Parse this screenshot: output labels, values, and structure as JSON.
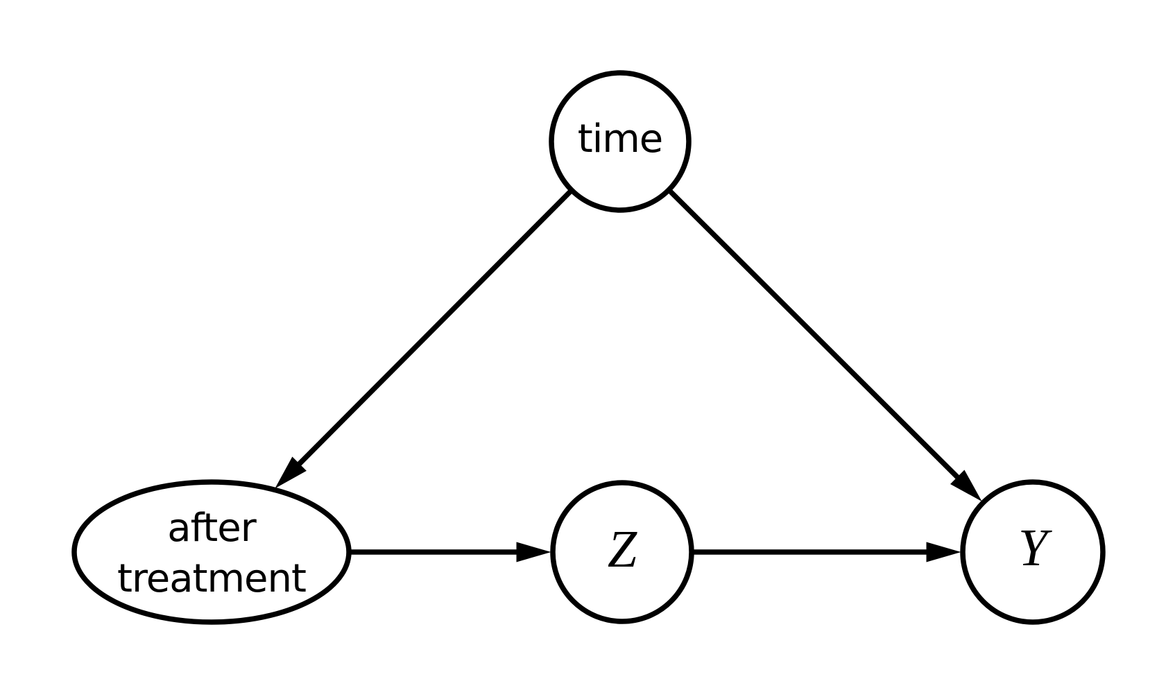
{
  "diagram": {
    "type": "dag",
    "background_color": "#ffffff",
    "line_color": "#000000",
    "node_fill_color": "#ffffff",
    "nodes": [
      {
        "id": "time",
        "label": "time",
        "shape": "circle"
      },
      {
        "id": "after_treatment",
        "label_lines": [
          "after",
          "treatment"
        ],
        "shape": "ellipse"
      },
      {
        "id": "Z",
        "label": "Z",
        "shape": "circle"
      },
      {
        "id": "Y",
        "label": "Y",
        "shape": "circle"
      }
    ],
    "edges": [
      {
        "from": "time",
        "to": "after_treatment"
      },
      {
        "from": "time",
        "to": "Y"
      },
      {
        "from": "after_treatment",
        "to": "Z"
      },
      {
        "from": "Z",
        "to": "Y"
      }
    ]
  }
}
